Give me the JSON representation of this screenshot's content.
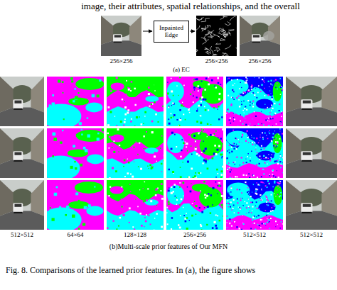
{
  "diagram": {
    "caption": "Fig. 8. Comparisons of the learned prior features. In (a), the figure shows",
    "nodes": [
      {
        "text": [
          "Inpainted Edge"
        ]
      }
    ],
    "labels": [
      "image, their attributes, spatial relationships, and the overall",
      "256×256",
      "256×256",
      "256×256",
      "(a) EC",
      "512×512",
      "64×64",
      "128×128",
      "256×256",
      "512×512",
      "512×512",
      "(b)Multi-scale prior features of Our MFN"
    ]
  }
}
